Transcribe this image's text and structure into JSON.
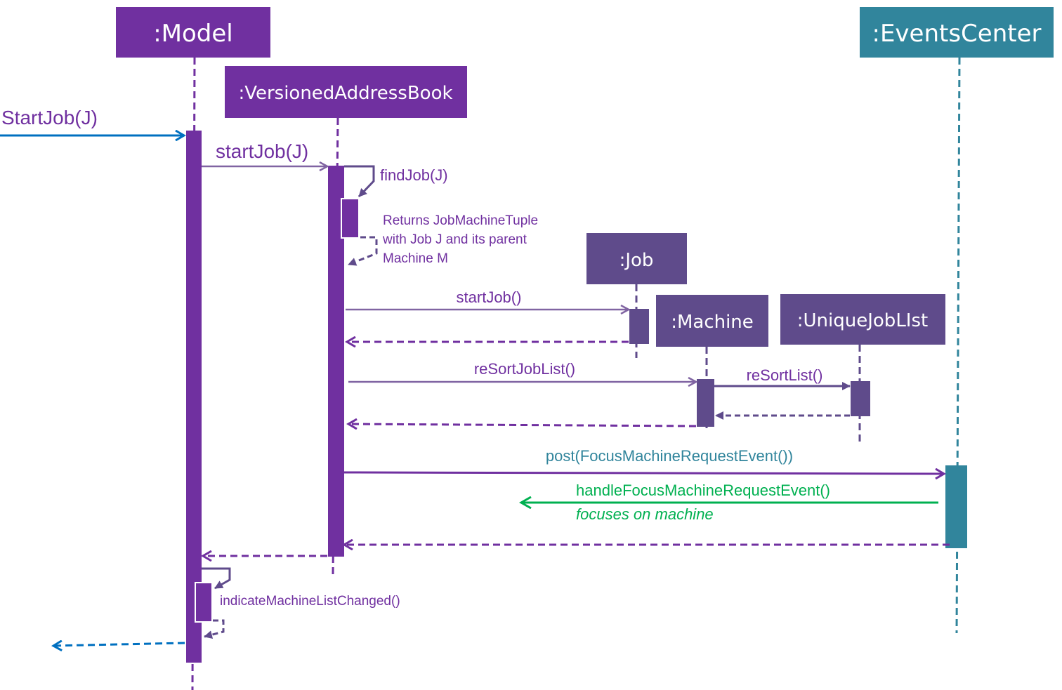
{
  "diagram": {
    "type": "sequence",
    "colors": {
      "model": "#7030A0",
      "component": "#5F4B8B",
      "events_center": "#31859C",
      "message": "#8064A2",
      "return": "#7030A0",
      "external": "#0070C0",
      "handle": "#00B050",
      "post_text": "#31859C"
    },
    "participants": {
      "model": ":Model",
      "versioned_address_book": ":VersionedAddressBook",
      "events_center": ":EventsCenter",
      "job": ":Job",
      "machine": ":Machine",
      "unique_job_list": ":UniqueJobLIst"
    },
    "messages": {
      "start_job_external": "StartJob(J)",
      "start_job": "startJob(J)",
      "find_job": "findJob(J)",
      "returns_note": [
        "Returns JobMachineTuple",
        "with Job J and its parent",
        "Machine M"
      ],
      "job_start_job": "startJob()",
      "re_sort_job_list": "reSortJobList()",
      "re_sort_list": "reSortList()",
      "post_event": "post(FocusMachineRequestEvent())",
      "handle_event": "handleFocusMachineRequestEvent()",
      "handle_note": "focuses on machine",
      "indicate_changed": "indicateMachineListChanged()"
    }
  }
}
